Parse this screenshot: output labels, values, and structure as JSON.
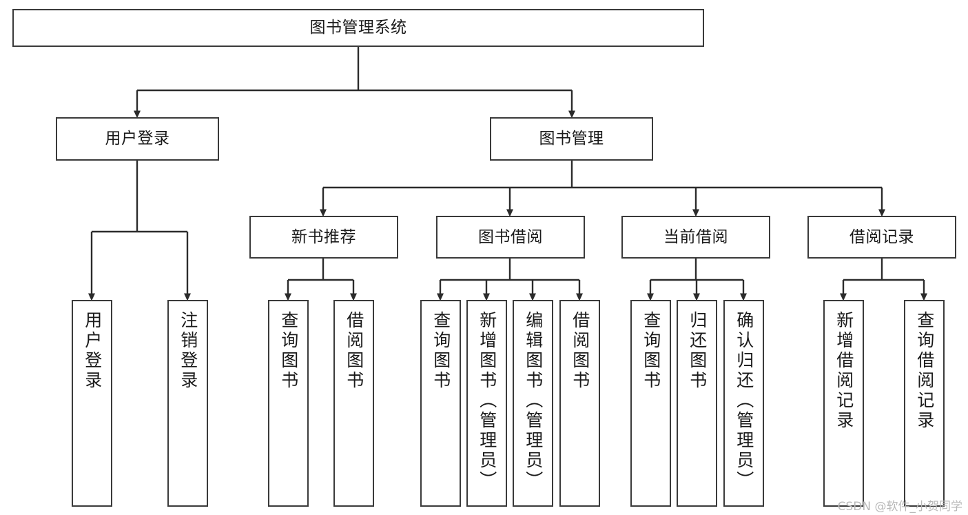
{
  "diagram": {
    "type": "tree",
    "title": "图书管理系统",
    "orientation": "top-down",
    "colors": {
      "node_border": "#3a3a3a",
      "node_fill": "#ffffff",
      "edge": "#2b2b2b",
      "text": "#1a1a1a",
      "watermark": "#b9b9b9"
    },
    "nodes": {
      "root": {
        "label": "图书管理系统"
      },
      "level2": [
        {
          "id": "user-login",
          "label": "用户登录"
        },
        {
          "id": "book-manage",
          "label": "图书管理"
        }
      ],
      "level3": [
        {
          "id": "new-book-recommend",
          "label": "新书推荐"
        },
        {
          "id": "book-borrow",
          "label": "图书借阅"
        },
        {
          "id": "current-borrow",
          "label": "当前借阅"
        },
        {
          "id": "borrow-record",
          "label": "借阅记录"
        }
      ],
      "leaves": {
        "user-login": [
          {
            "id": "leaf-user-login",
            "label": "用户登录"
          },
          {
            "id": "leaf-user-logout",
            "label": "注销登录"
          }
        ],
        "new-book-recommend": [
          {
            "id": "leaf-query-book-1",
            "label": "查询图书"
          },
          {
            "id": "leaf-borrow-book-1",
            "label": "借阅图书"
          }
        ],
        "book-borrow": [
          {
            "id": "leaf-query-book-2",
            "label": "查询图书"
          },
          {
            "id": "leaf-add-book",
            "label": "新增图书（管理员）"
          },
          {
            "id": "leaf-edit-book",
            "label": "编辑图书（管理员）"
          },
          {
            "id": "leaf-borrow-book-2",
            "label": "借阅图书"
          }
        ],
        "current-borrow": [
          {
            "id": "leaf-query-book-3",
            "label": "查询图书"
          },
          {
            "id": "leaf-return-book",
            "label": "归还图书"
          },
          {
            "id": "leaf-confirm-return",
            "label": "确认归还（管理员）"
          }
        ],
        "borrow-record": [
          {
            "id": "leaf-add-record",
            "label": "新增借阅记录"
          },
          {
            "id": "leaf-query-record",
            "label": "查询借阅记录"
          }
        ]
      }
    }
  },
  "watermark": {
    "text": "CSDN @软件_小贺同学"
  }
}
